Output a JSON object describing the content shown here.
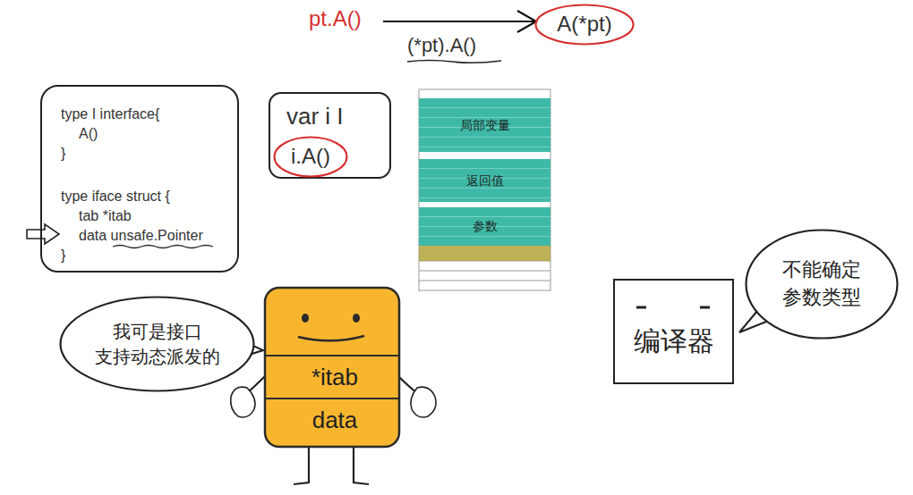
{
  "diagram": {
    "nodes": [
      {
        "text": [
          "A(*pt)"
        ]
      },
      {
        "text": [
          "type I interface{",
          "A()",
          "}",
          "type iface struct {",
          "tab *itab",
          "data unsafe.Pointer",
          "}"
        ]
      },
      {
        "text": [
          "var i I"
        ]
      },
      {
        "text": [
          "i.A()"
        ],
        "in": 2
      },
      {
        "text": [
          "局部变量"
        ]
      },
      {
        "text": [
          "返回值"
        ]
      },
      {
        "text": [
          "参数"
        ]
      },
      {
        "text": [
          "我可是接口 支持动态派发的"
        ]
      },
      {
        "text": [
          "*itab",
          "data"
        ]
      },
      {
        "text": [
          "编译器"
        ]
      },
      {
        "text": [
          "不能确定 参数类型"
        ]
      }
    ],
    "labels": [
      "pt.A()",
      "(*pt).A()"
    ]
  }
}
